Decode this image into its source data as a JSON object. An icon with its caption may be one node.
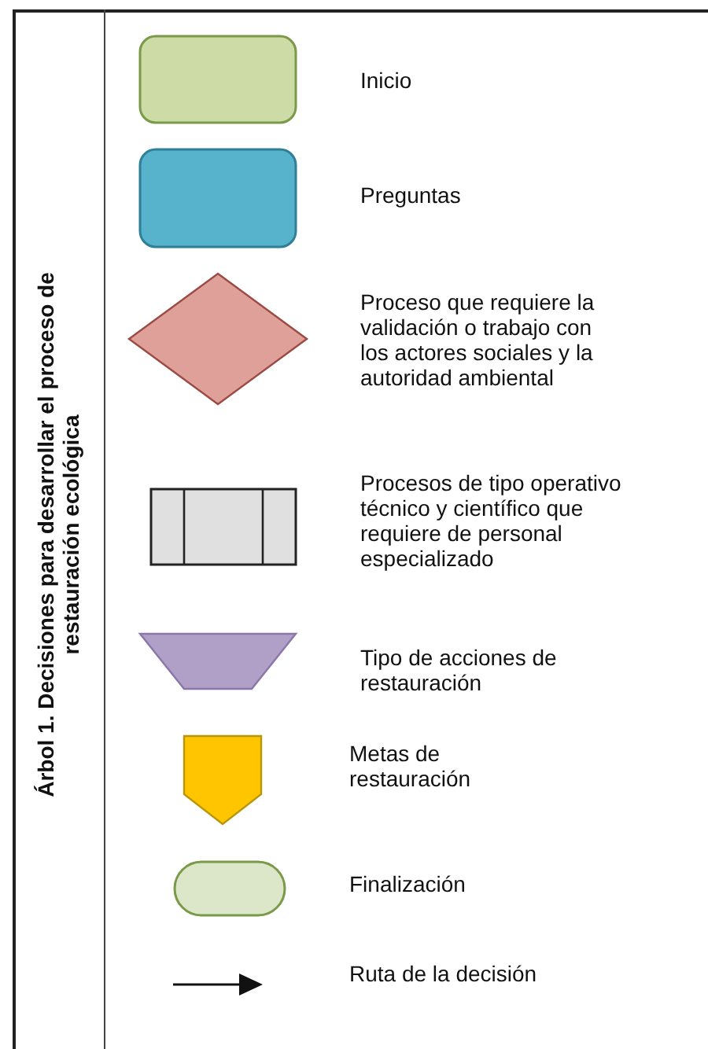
{
  "diagram": {
    "title": "Árbol 1. Decisiones para desarrollar el proceso de restauración ecológica",
    "legend": [
      {
        "text": "Inicio"
      },
      {
        "text": "Preguntas"
      },
      {
        "text": "Proceso que requiere la validación o trabajo con los actores sociales y la autoridad ambiental"
      },
      {
        "text": "Procesos de tipo operativo técnico y científico que requiere de personal especializado"
      },
      {
        "text": "Tipo de acciones de restauración"
      },
      {
        "text": "Metas de restauración"
      },
      {
        "text": "Finalización"
      },
      {
        "text": "Ruta de la decisión"
      }
    ]
  }
}
